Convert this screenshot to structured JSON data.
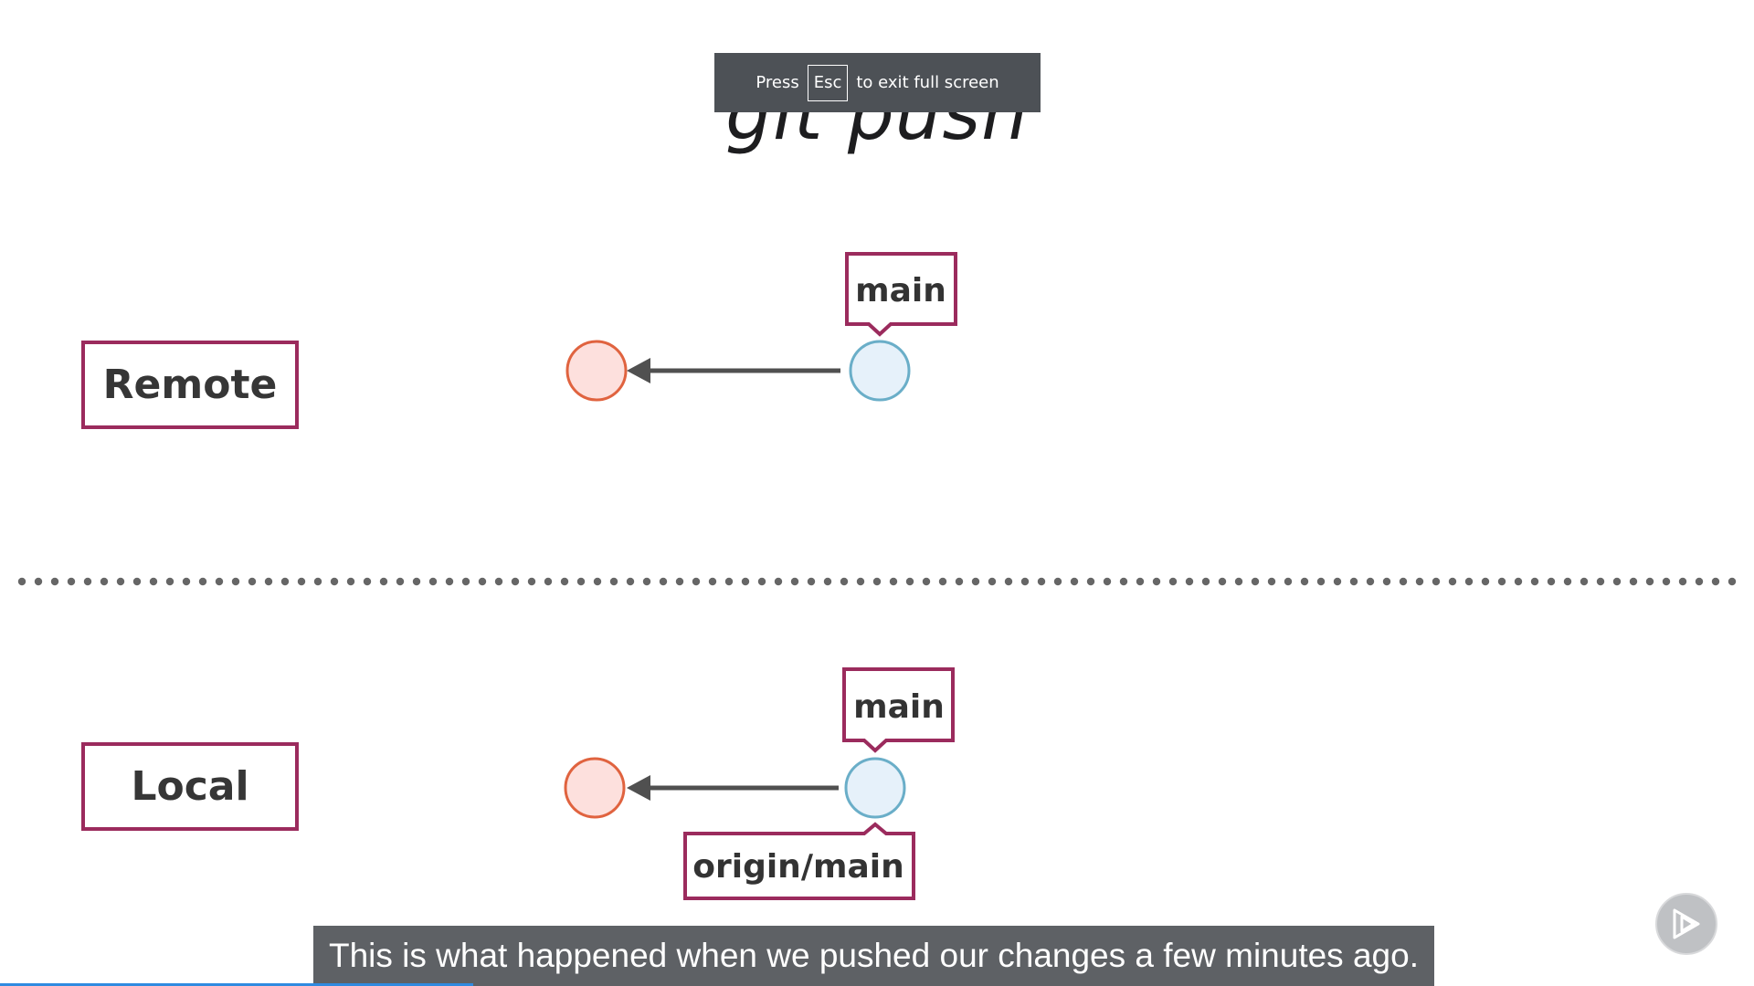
{
  "slide": {
    "title": "git push"
  },
  "fullscreen_notice": {
    "before": "Press",
    "key": "Esc",
    "after": "to exit full screen"
  },
  "sections": {
    "remote_label": "Remote",
    "local_label": "Local"
  },
  "remote_graph": {
    "branch_label": "main"
  },
  "local_graph": {
    "branch_label": "main",
    "tracking_label": "origin/main"
  },
  "caption": {
    "text": "This is what happened when we pushed our changes a few minutes ago."
  },
  "player": {
    "progress_fraction": 0.27
  },
  "colors": {
    "accent": "#9b2b5d",
    "old_commit_stroke": "#e0633f",
    "old_commit_fill": "#fde0dd",
    "new_commit_stroke": "#6aaec8",
    "new_commit_fill": "#e6f1fa",
    "arrow": "#505050",
    "divider": "#666666",
    "caption_bg": "#505458"
  },
  "icons": {
    "player_button": "play-forward-icon"
  }
}
